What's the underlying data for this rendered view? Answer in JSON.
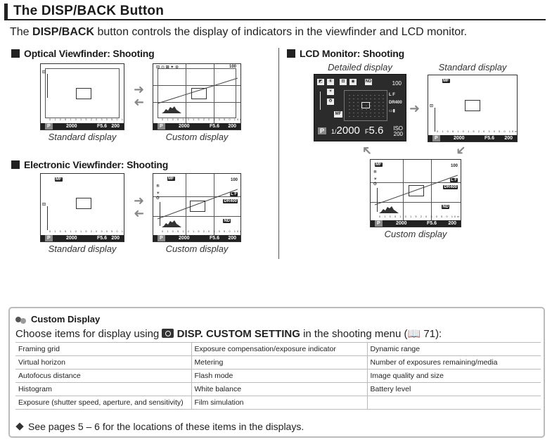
{
  "page": {
    "title": "The DISP/BACK Button",
    "intro_pre": "The ",
    "intro_bold": "DISP/BACK",
    "intro_post": " button controls the display of indicators in the viewfinder and LCD monitor."
  },
  "sections": {
    "ovf": {
      "heading": "Optical Viewfinder: Shooting",
      "caption_left": "Standard display",
      "caption_right": "Custom display"
    },
    "evf": {
      "heading": "Electronic Viewfinder: Shooting",
      "caption_left": "Standard display",
      "caption_right": "Custom display"
    },
    "lcd": {
      "heading": "LCD Monitor: Shooting",
      "caption_detailed": "Detailed display",
      "caption_standard": "Standard display",
      "caption_custom": "Custom display"
    }
  },
  "readouts": {
    "mode": "P",
    "shutter": "2000",
    "aperture": "F5.6",
    "iso": "200",
    "iso_label": "ISO",
    "lcd_shutter_prefix": "1/",
    "lcd_aperture_prefix": "F",
    "lcd_aperture": "5.6",
    "frames": "100",
    "distance_scale": "0.1 0.5 1.0 1.5 2.0 3.0 5.0 10m ∞"
  },
  "icons": {
    "af_mode": "MF",
    "film": "ND",
    "size": "L F",
    "dr": "DR400"
  },
  "custom": {
    "heading": "Custom Display",
    "desc_pre": "Choose items for display using ",
    "desc_bold": "DISP. CUSTOM SETTING",
    "desc_post": " in the shooting menu (",
    "desc_ref": "71",
    "desc_end": "):",
    "rows": [
      [
        "Framing grid",
        "Exposure compensation/exposure indicator",
        "Dynamic range"
      ],
      [
        "Virtual horizon",
        "Metering",
        "Number of exposures remaining/media"
      ],
      [
        "Autofocus distance",
        "Flash mode",
        "Image quality and size"
      ],
      [
        "Histogram",
        "White balance",
        "Battery level"
      ],
      [
        "Exposure (shutter speed, aperture, and sensitivity)",
        "Film simulation",
        ""
      ]
    ],
    "note": "See pages 5 – 6 for the locations of these items in the displays."
  }
}
